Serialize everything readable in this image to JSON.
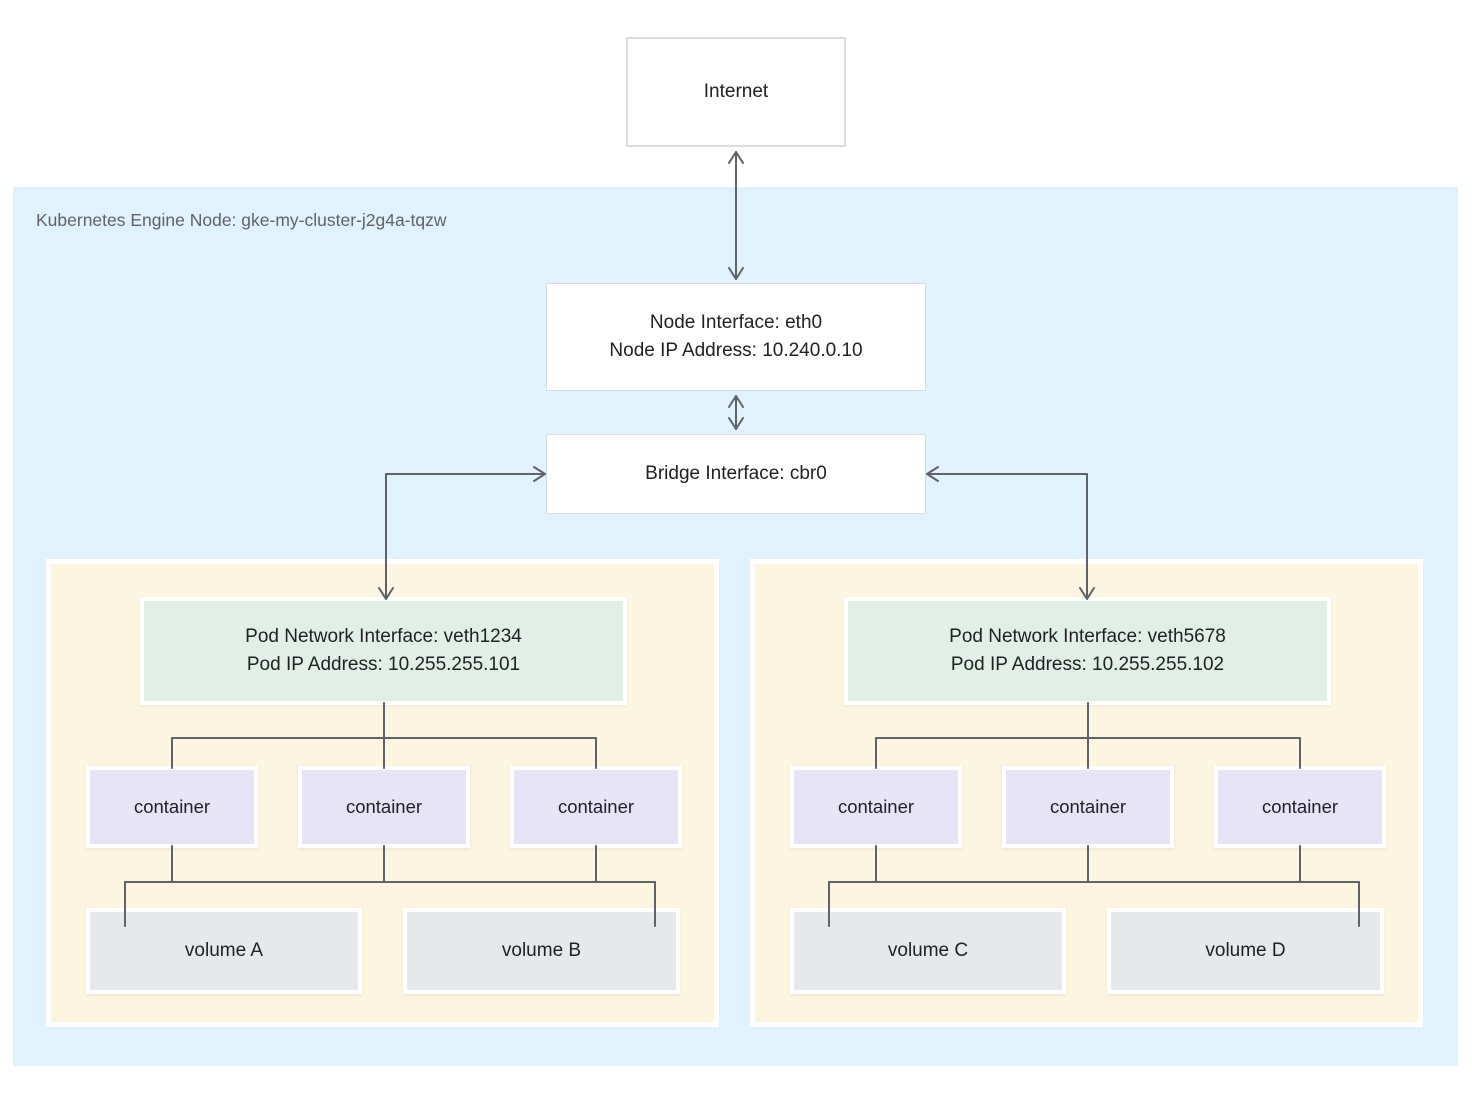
{
  "colors": {
    "canvas-bg": "#ffffff",
    "region-bg": "#e0f3fd",
    "pod-bg": "#fcf5df",
    "interface-bg": "#e1efe7",
    "container-bg": "#e8e4f7",
    "volume-bg": "#e6e9ec",
    "line": "#5f6368",
    "box-border": "#dadce0",
    "text": "#202124",
    "muted-text": "#5f6368"
  },
  "internet": {
    "label": "Internet"
  },
  "node": {
    "label": "Kubernetes Engine Node: gke-my-cluster-j2g4a-tqzw",
    "interface": {
      "line1": "Node Interface: eth0",
      "line2": "Node IP Address: 10.240.0.10"
    },
    "bridge": {
      "label": "Bridge Interface: cbr0"
    }
  },
  "pods": [
    {
      "interface": {
        "line1": "Pod Network Interface: veth1234",
        "line2": "Pod IP Address: 10.255.255.101"
      },
      "containers": [
        "container",
        "container",
        "container"
      ],
      "volumes": [
        "volume A",
        "volume B"
      ]
    },
    {
      "interface": {
        "line1": "Pod Network Interface: veth5678",
        "line2": "Pod IP Address: 10.255.255.102"
      },
      "containers": [
        "container",
        "container",
        "container"
      ],
      "volumes": [
        "volume C",
        "volume D"
      ]
    }
  ]
}
